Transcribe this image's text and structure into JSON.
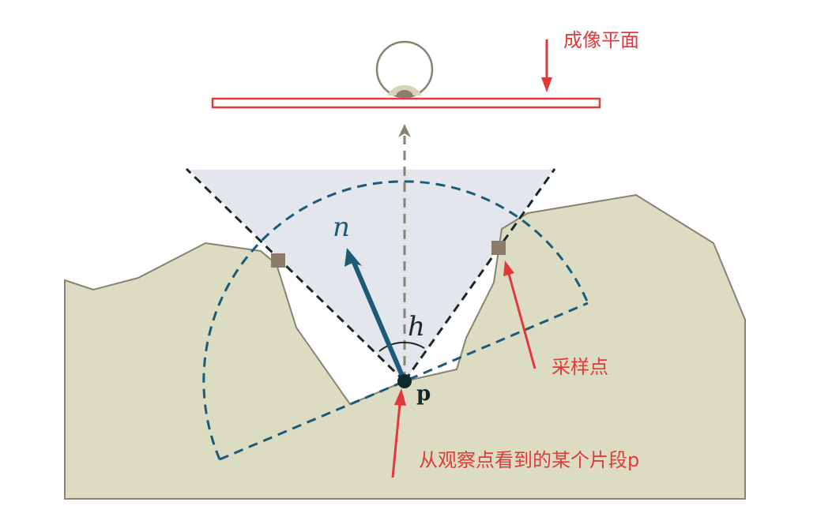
{
  "labels": {
    "image_plane": "成像平面",
    "sample_point": "采样点",
    "fragment": "从观察点看到的某个片段p",
    "normal": "n",
    "horizon_angle": "h",
    "point": "p"
  },
  "colors": {
    "terrain_fill": "#dcdcc2",
    "terrain_stroke": "#8a8270",
    "cone_fill": "#e3e6ec",
    "cone_edge": "#1a2a2a",
    "hemisphere": "#1c5a78",
    "normal_arrow": "#1c5a78",
    "view_axis": "#8a8270",
    "annotation": "#e23a3a",
    "sample_marker": "#8a7c68",
    "point_marker": "#0f2a2a"
  },
  "icons": {
    "eye": "eye-icon",
    "annotation_arrows": "arrow-icon"
  }
}
